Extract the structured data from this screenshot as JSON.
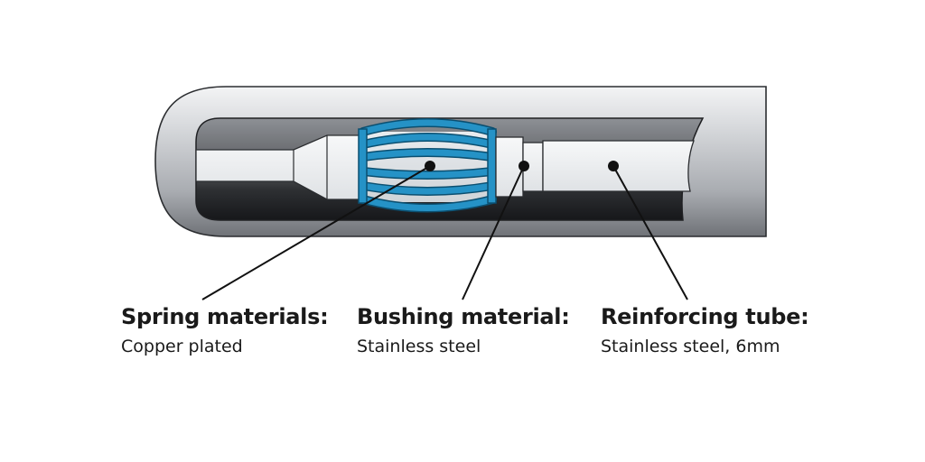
{
  "callouts": [
    {
      "id": "spring",
      "title": "Spring materials:",
      "value": "Copper plated"
    },
    {
      "id": "bushing",
      "title": "Bushing material:",
      "value": "Stainless steel"
    },
    {
      "id": "tube",
      "title": "Reinforcing tube:",
      "value": "Stainless steel, 6mm"
    }
  ],
  "colors": {
    "spring": "#1b87b8",
    "spring_dark": "#0b5f86",
    "outer_tube": "#c7c9cd",
    "inner_cavity": "#57595c",
    "metal_light": "#eef0f2",
    "leader_line": "#111111"
  }
}
